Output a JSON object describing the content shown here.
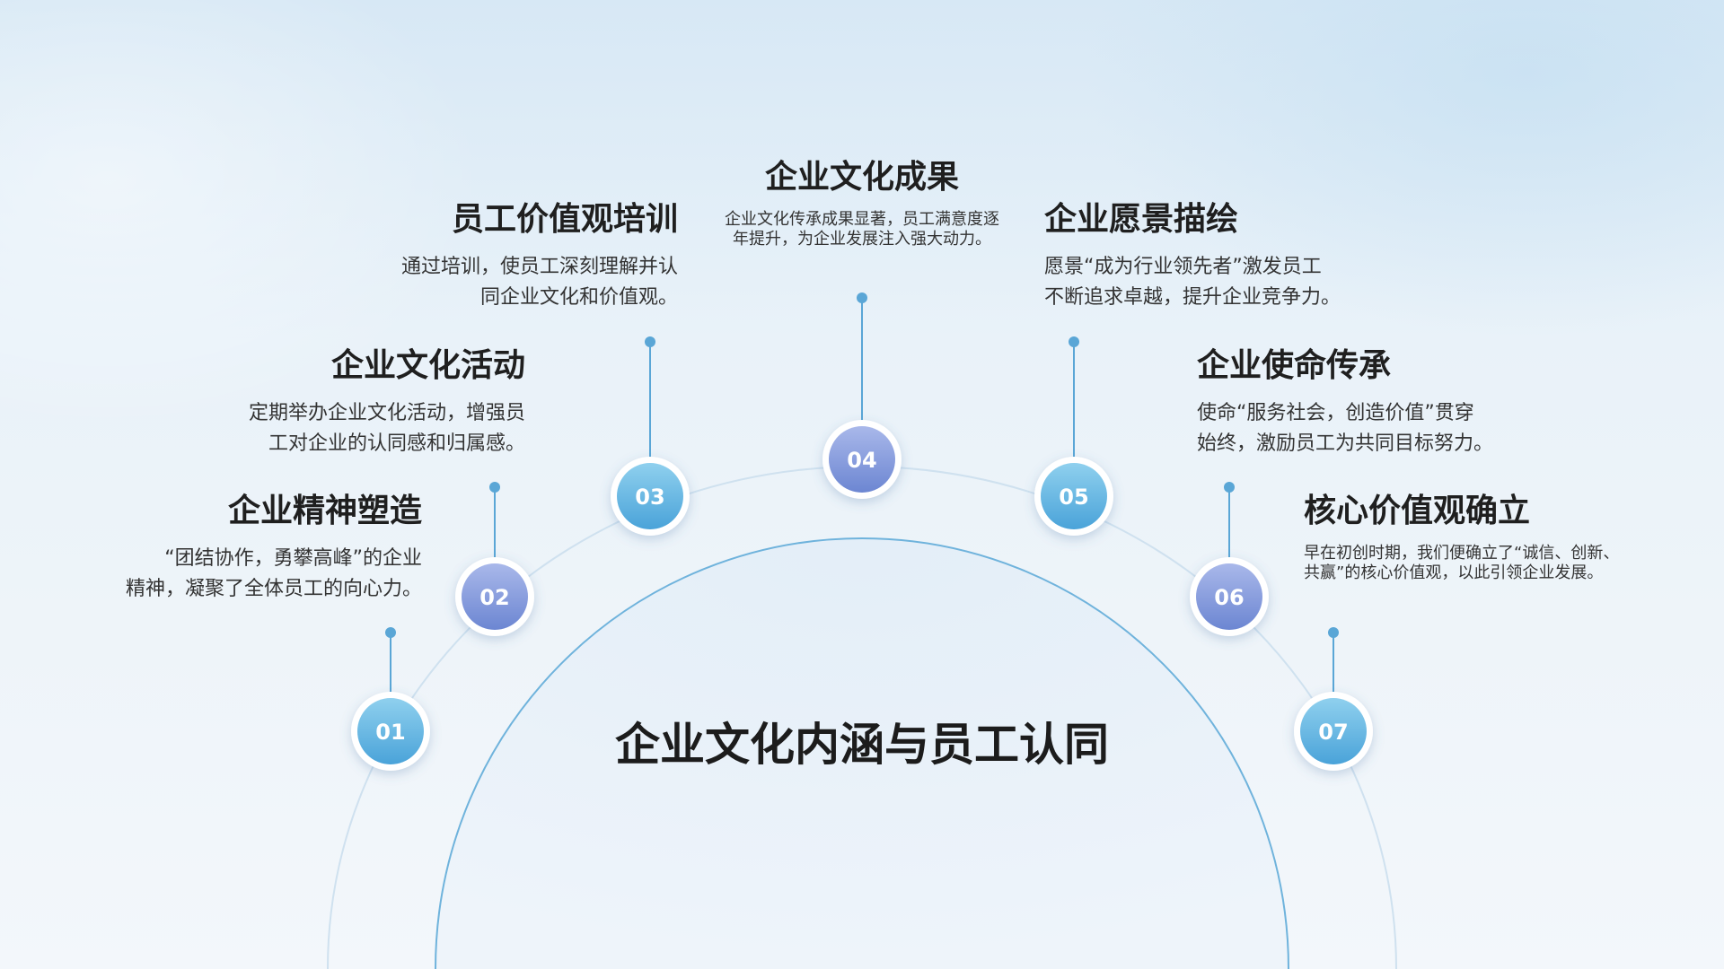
{
  "center_title": "企业文化内涵与员工认同",
  "colors": {
    "node_teal_top": "#8fd0ee",
    "node_teal_bottom": "#4aa3d9",
    "node_indigo_top": "#a9b8ea",
    "node_indigo_bottom": "#6c86d2",
    "connector": "#5aa6d6",
    "arc": "#6fb3dc"
  },
  "items": [
    {
      "number": "01",
      "title": "企业精神塑造",
      "desc_lines": [
        "“团结协作，勇攀高峰”的企业",
        "精神，凝聚了全体员工的向心力。"
      ]
    },
    {
      "number": "02",
      "title": "企业文化活动",
      "desc_lines": [
        "定期举办企业文化活动，增强员",
        "工对企业的认同感和归属感。"
      ]
    },
    {
      "number": "03",
      "title": "员工价值观培训",
      "desc_lines": [
        "通过培训，使员工深刻理解并认",
        "同企业文化和价值观。"
      ]
    },
    {
      "number": "04",
      "title": "企业文化成果",
      "desc_lines": [
        "企业文化传承成果显著，员工满意度逐",
        "年提升，为企业发展注入强大动力。"
      ]
    },
    {
      "number": "05",
      "title": "企业愿景描绘",
      "desc_lines": [
        "愿景“成为行业领先者”激发员工",
        "不断追求卓越，提升企业竞争力。"
      ]
    },
    {
      "number": "06",
      "title": "企业使命传承",
      "desc_lines": [
        "使命“服务社会，创造价值”贯穿",
        "始终，激励员工为共同目标努力。"
      ]
    },
    {
      "number": "07",
      "title": "核心价值观确立",
      "desc_lines": [
        "早在初创时期，我们便确立了“诚信、创新、",
        "共赢”的核心价值观，以此引领企业发展。"
      ]
    }
  ]
}
